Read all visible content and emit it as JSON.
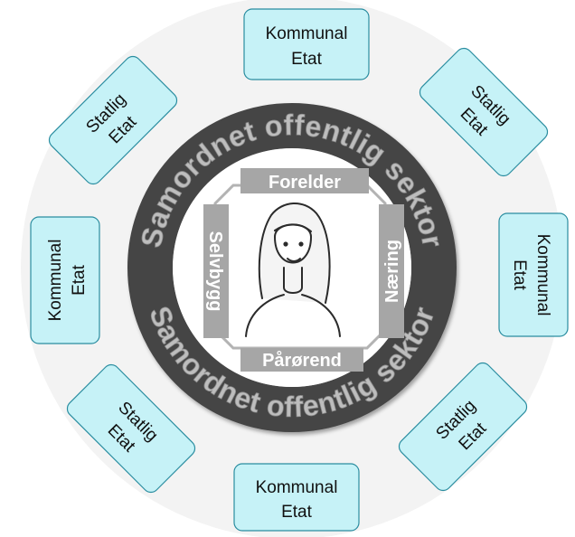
{
  "ring": {
    "top_text": "Samordnet offentlig sektor",
    "bottom_text": "Samordnet offentlig sektor"
  },
  "center": {
    "icon": "person-icon",
    "roles": {
      "top": "Forelder",
      "right": "Næring",
      "bottom": "Pårørend",
      "left": "Selvbygg"
    }
  },
  "agencies": {
    "top": [
      "Kommunal",
      "Etat"
    ],
    "top_right": [
      "Statlig",
      "Etat"
    ],
    "right": [
      "Kommunal",
      "Etat"
    ],
    "bottom_right": [
      "Statlig",
      "Etat"
    ],
    "bottom": [
      "Kommunal",
      "Etat"
    ],
    "bottom_left": [
      "Statlig",
      "Etat"
    ],
    "left": [
      "Kommunal",
      "Etat"
    ],
    "top_left": [
      "Statlig",
      "Etat"
    ]
  },
  "colors": {
    "agency_fill": "#c6f2f7",
    "agency_stroke": "#2a8da0",
    "ring": "#454545",
    "outer_disc": "#f3f3f3",
    "role_box": "#a6a6a6"
  }
}
